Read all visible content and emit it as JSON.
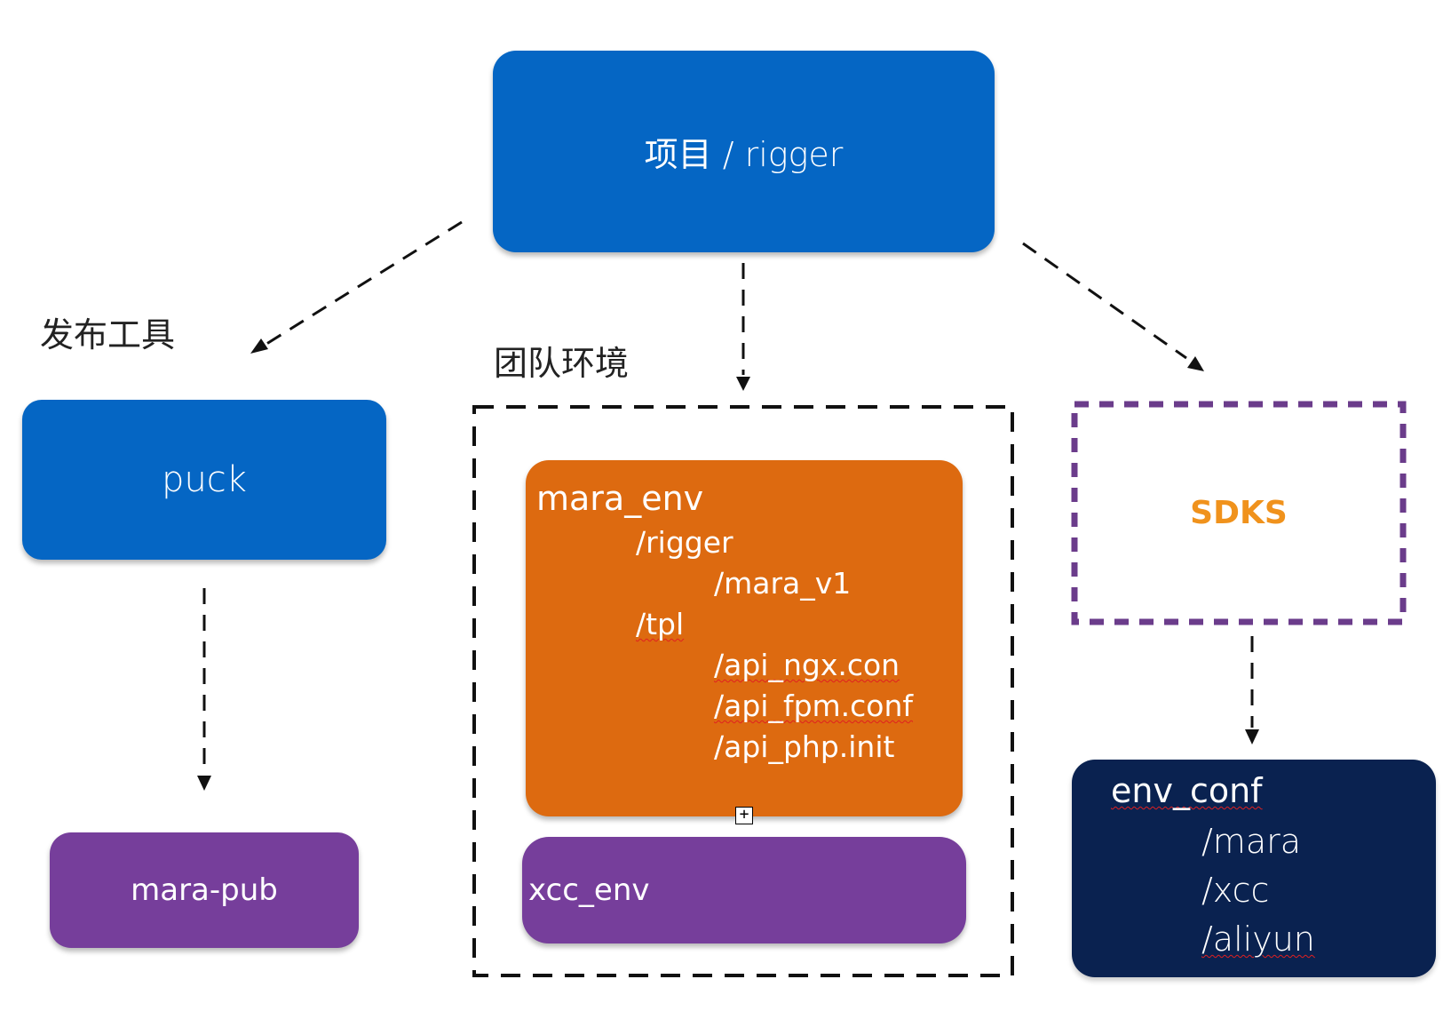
{
  "colors": {
    "blue": "#0566c4",
    "purple": "#763e9b",
    "orange": "#dd6a10",
    "navy": "#0a2250",
    "sdks_orange": "#f0921c",
    "sdks_border": "#6b3c8b",
    "arrow": "#111111"
  },
  "project": {
    "label": "项目 / rigger"
  },
  "captions": {
    "release_tools": "发布工具",
    "team_env": "团队环境"
  },
  "puck": {
    "label": "puck"
  },
  "mara_pub": {
    "label": "mara-pub"
  },
  "mara_env": {
    "title": "mara_env",
    "lines": [
      "/rigger",
      "/mara_v1",
      "/tpl",
      "/api_ngx.con",
      "/api_fpm.conf",
      "/api_php.init"
    ]
  },
  "xcc_env": {
    "label": "xcc_env"
  },
  "sdks": {
    "label": "SDKS"
  },
  "env_conf": {
    "title": "env_conf",
    "lines": [
      "/mara",
      "/xcc",
      "/aliyun"
    ]
  },
  "anchor_icon": "plus-square-icon"
}
